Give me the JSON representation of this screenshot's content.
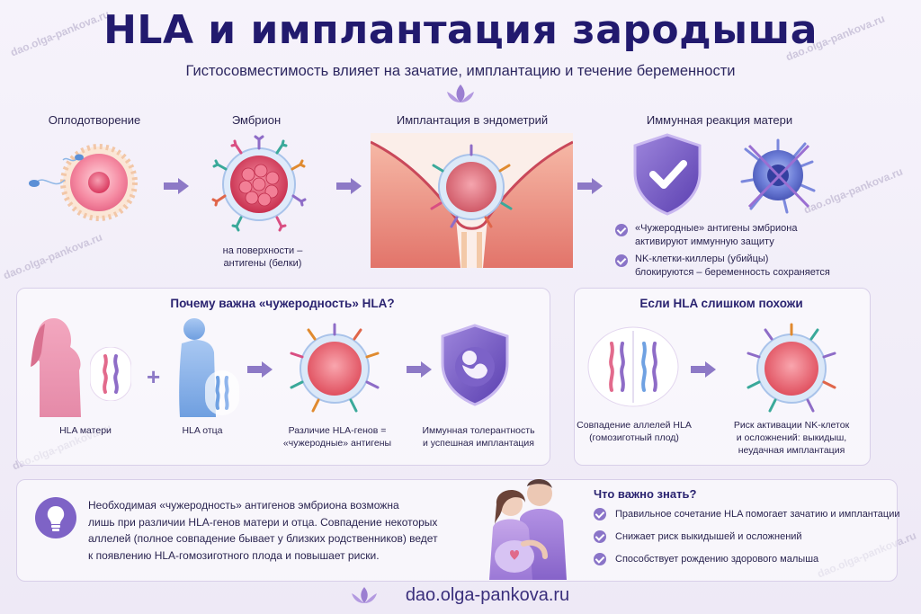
{
  "title": "HLA и имплантация зародыша",
  "subtitle": "Гистосовместимость влияет на зачатие, имплантацию и течение беременности",
  "watermark": "dao.olga-pankova.ru",
  "steps": {
    "fertilization": "Оплодотворение",
    "embryo": "Эмбрион",
    "embryo_caption": "на поверхности –\nантигены (белки)",
    "implantation": "Имплантация в эндометрий",
    "immune": "Иммунная реакция матери",
    "immune_points": [
      "«Чужеродные» антигены эмбриона\nактивируют иммунную защиту",
      "NK-клетки-киллеры (убийцы)\nблокируются – беременность сохраняется"
    ]
  },
  "panel_why": {
    "title": "Почему важна «чужеродность» HLA?",
    "mother": "HLA матери",
    "father": "HLA отца",
    "difference": "Различие HLA-генов =\n«чужеродные» антигены",
    "tolerance": "Иммунная толерантность\nи успешная имплантация"
  },
  "panel_similar": {
    "title": "Если HLA слишком похожи",
    "match": "Совпадение аллелей HLA\n(гомозиготный плод)",
    "risk": "Риск активации NK-клеток\nи осложнений: выкидыш,\nнеудачная имплантация"
  },
  "info": {
    "text": "Необходимая «чужеродность» антигенов эмбриона возможна\nлишь при различии HLA-генов матери и отца. Совпадение некоторых\nаллелей (полное совпадение бывает у близких родственников) ведет\nк появлению HLA-гомозиготного плода и повышает риски.",
    "know_title": "Что важно знать?",
    "know_items": [
      "Правильное сочетание HLA помогает зачатию и имплантации",
      "Снижает риск выкидышей и осложнений",
      "Способствует рождению здорового малыша"
    ]
  },
  "footer": "dao.olga-pankova.ru"
}
